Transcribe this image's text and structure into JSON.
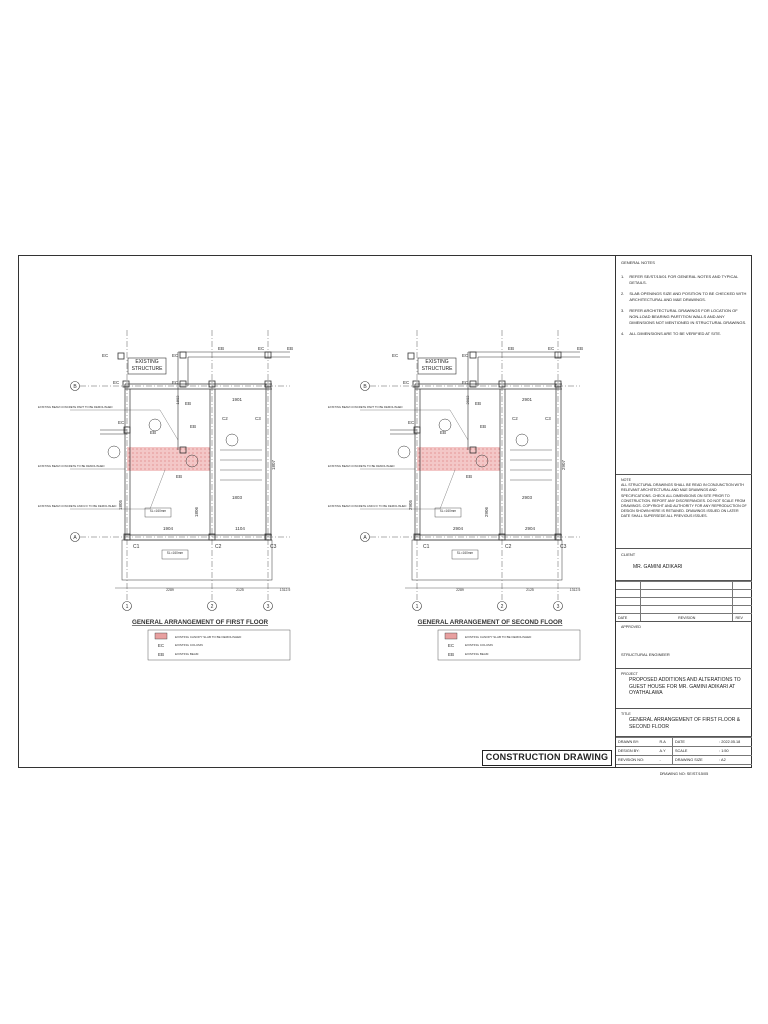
{
  "general_notes": {
    "heading": "GENERAL NOTES",
    "items": [
      {
        "num": "1.",
        "text": "REFER SE/ST/15/01 FOR GENERAL NOTES AND TYPICAL DETAILS."
      },
      {
        "num": "2.",
        "text": "SLAB OPENINGS SIZE AND POSITION TO BE CHECKED WITH ARCHITECTURAL AND M&E DRAWINGS."
      },
      {
        "num": "3.",
        "text": "REFER ARCHITECTURAL DRAWINGS FOR LOCATION OF NON-LOAD BEARING PARTITION WALLS AND ANY DIMENSIONS NOT MENTIONED IN STRUCTURAL DRAWINGS."
      },
      {
        "num": "4.",
        "text": "ALL DIMENSIONS ARE TO BE VERIFIED AT SITE."
      }
    ]
  },
  "note": {
    "heading": "NOTE",
    "text": "ALL STRUCTURAL DRAWINGS SHALL BE READ IN CONJUNCTION WITH RELEVANT ARCHITECTURAL AND M&E DRAWINGS AND SPECIFICATIONS. CHECK ALL DIMENSIONS ON SITE PRIOR TO CONSTRUCTION. REPORT ANY DISCREPANCIES. DO NOT SCALE FROM DRAWINGS. COPYRIGHT AND AUTHORITY FOR ANY REPRODUCTION OF DESIGN SHOWN HERE IS RETAINED. DRAWINGS ISSUED ON LATER DATE SHALL SUPERSEDE ALL PREVIOUS ISSUES."
  },
  "client": {
    "label": "CLIENT",
    "name": "MR. GAMINI ADIKARI"
  },
  "revision": {
    "date_col": "DATE",
    "revision_col": "REVISION",
    "rev_col": "REV"
  },
  "approval": {
    "label": "APPROVED",
    "engineer": "STRUCTURAL ENGINEER"
  },
  "project": {
    "label": "PROJECT",
    "text": "PROPOSED ADDITIONS AND ALTERATIONS TO GUEST HOUSE FOR MR. GAMINI ADIKARI AT OYATHALAWA"
  },
  "title": {
    "label": "TITLE",
    "text": "GENERAL ARRANGEMENT OF FIRST FLOOR & SECOND FLOOR"
  },
  "info": {
    "drawn_by_label": "DRAWN BY:",
    "drawn_by": "R.A",
    "date_label": "DATE",
    "date": ": 2022.05.18",
    "design_by_label": "DESIGN BY:",
    "design_by": "A.Y",
    "scale_label": "SCALE",
    "scale": ": 1:50",
    "revision_no_label": "REVISION NO:",
    "revision_no": "-",
    "drawing_size_label": "DRAWING SIZE",
    "drawing_size": ": A2",
    "drawing_no": "DRAWING NO: SE/ST/15/05"
  },
  "stamp": "CONSTRUCTION DRAWING",
  "plans": [
    {
      "title": "GENERAL ARRANGEMENT OF FIRST FLOOR",
      "beams": {
        "top": "1901",
        "left": "1805",
        "mid": "1803",
        "bottom_left": "1904",
        "bottom_right": "1104",
        "vert_mid": "1806",
        "vert_right": "1807",
        "vert_top": "1802"
      },
      "slab1": "SL=160mm",
      "slab2": "SL=160mm"
    },
    {
      "title": "GENERAL ARRANGEMENT OF SECOND FLOOR",
      "beams": {
        "top": "2901",
        "left": "2905",
        "mid": "2903",
        "bottom_left": "2904",
        "bottom_right": "2904",
        "vert_mid": "2906",
        "vert_right": "2907",
        "vert_top": "2902"
      },
      "slab1": "SL=160mm",
      "slab2": "SL=160mm"
    }
  ],
  "plan_labels": {
    "existing_structure": "EXISTING STRUCTURE",
    "ec": "EC",
    "eb": "EB",
    "c1": "C1",
    "c2": "C2",
    "c3": "C3",
    "grid_a": "A",
    "grid_b": "B",
    "grid_1": "1",
    "grid_2": "2",
    "grid_3": "3",
    "dim_1": "2289",
    "dim_2": "2125",
    "dim_3": "1312.5",
    "note_1": "EXISTING BEAM CONCRETE PART TO BE DEMOLISHED",
    "note_2": "EXISTING BEAM CONCRETE TO BE DEMOLISHED",
    "note_3": "EXISTING BEAM CONCRETE AND R.F TO BE DEMOLISHED"
  },
  "legend": {
    "canopy": "EXISTING CANOPY SLAB TO BE DEMOLISHED",
    "ec": "EC",
    "ec_text": "EXISTING COLUMN",
    "eb": "EB",
    "eb_text": "EXISTING BEAM",
    "hatch_color": "#e8a0a0"
  }
}
